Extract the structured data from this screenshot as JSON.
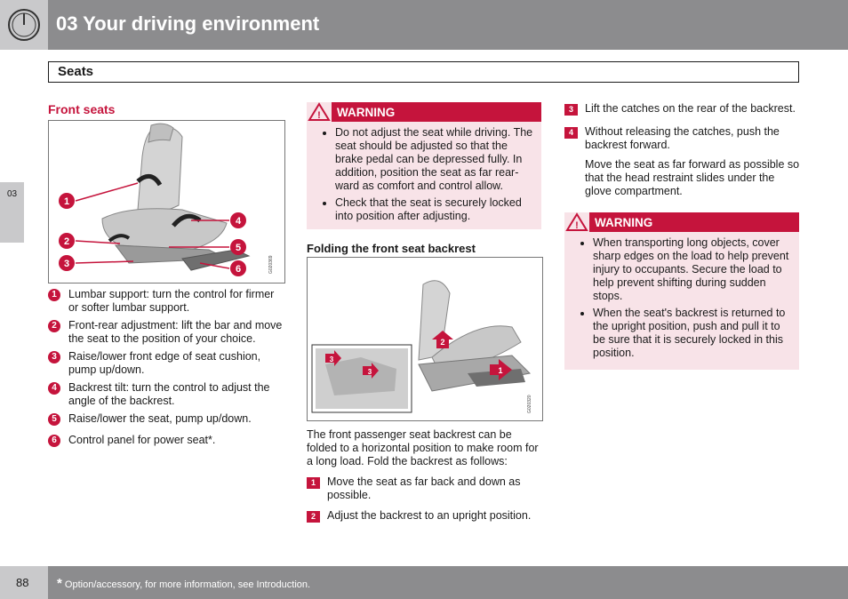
{
  "header": {
    "chapter_title": "03 Your driving environment"
  },
  "section": {
    "title": "Seats"
  },
  "side_tab": {
    "label": "03"
  },
  "col1": {
    "heading": "Front seats",
    "figure_id": "G020369",
    "callouts": [
      "1",
      "2",
      "3",
      "4",
      "5",
      "6"
    ],
    "items": [
      {
        "num": "1",
        "text": "Lumbar support: turn the control for firmer or softer lumbar support."
      },
      {
        "num": "2",
        "text": "Front-rear adjustment: lift the bar and move the seat to the position of your choice."
      },
      {
        "num": "3",
        "text": "Raise/lower front edge of seat cushion, pump up/down."
      },
      {
        "num": "4",
        "text": "Backrest tilt: turn the control to adjust the angle of the backrest."
      },
      {
        "num": "5",
        "text": "Raise/lower the seat, pump up/down."
      },
      {
        "num": "6",
        "text": "Control panel for power seat*."
      }
    ]
  },
  "col2": {
    "warning": {
      "label": "WARNING",
      "bullets": [
        "Do not adjust the seat while driving. The seat should be adjusted so that the brake pedal can be depressed fully. In addition, position the seat as far rear-ward as comfort and control allow.",
        "Check that the seat is securely locked into position after adjusting."
      ]
    },
    "subheading": "Folding the front seat backrest",
    "figure_id": "G020320",
    "figure_callouts": [
      "1",
      "2",
      "3",
      "3"
    ],
    "intro": "The front passenger seat backrest can be folded to a horizontal position to make room for a long load. Fold the backrest as follows:",
    "steps": [
      {
        "num": "1",
        "text": "Move the seat as far back and down as possible."
      },
      {
        "num": "2",
        "text": "Adjust the backrest to an upright position."
      }
    ]
  },
  "col3": {
    "steps": [
      {
        "num": "3",
        "text": "Lift the catches on the rear of the backrest."
      },
      {
        "num": "4",
        "text": "Without releasing the catches, push the backrest forward."
      }
    ],
    "note": "Move the seat as far forward as possible so that the head restraint slides under the glove compartment.",
    "warning": {
      "label": "WARNING",
      "bullets": [
        "When transporting long objects, cover sharp edges on the load to help prevent injury to occupants. Secure the load to help prevent shifting during sudden stops.",
        "When the seat's backrest is returned to the upright position, push and pull it to be sure that it is securely locked in this position."
      ]
    }
  },
  "footer": {
    "page_number": "88",
    "asterisk": "*",
    "footnote": "Option/accessory, for more information, see Introduction."
  },
  "colors": {
    "accent": "#c5143c",
    "header_gray": "#8c8c8e",
    "light_gray": "#c9c9cb",
    "warning_bg": "#f8e3e8"
  }
}
